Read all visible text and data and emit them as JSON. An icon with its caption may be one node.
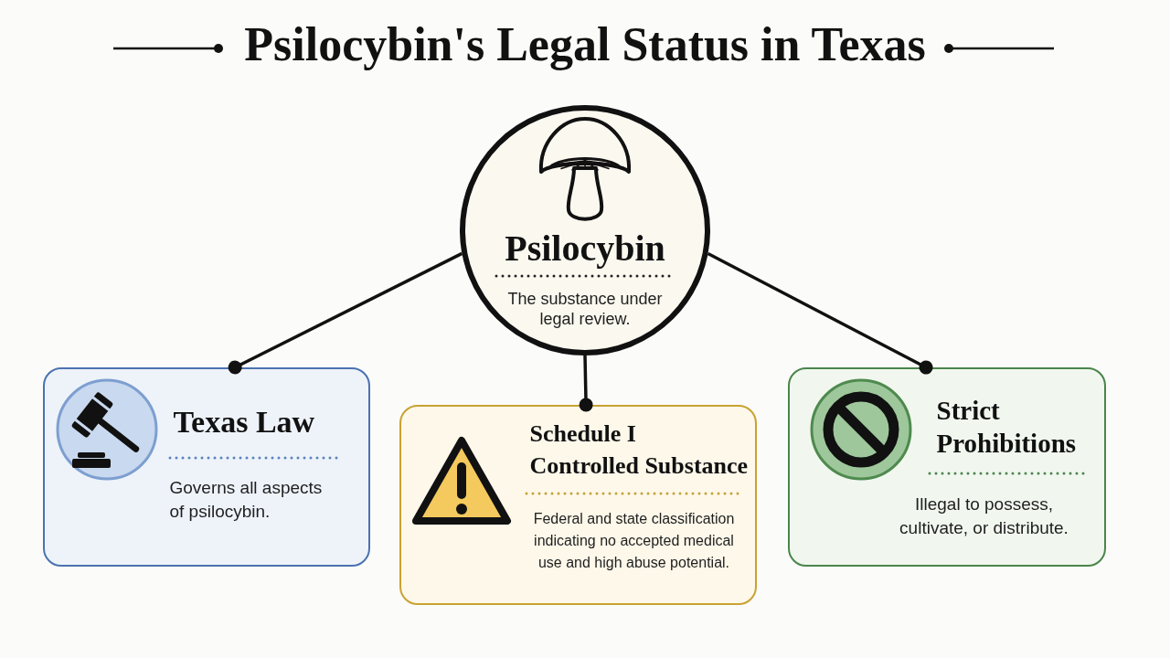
{
  "diagram": {
    "title": "Psilocybin's Legal Status in Texas",
    "nodes": [
      {
        "text": [
          "Psilocybin",
          "The substance under legal review."
        ]
      },
      {
        "text": [
          "Texas Law",
          "Governs all aspects of psilocybin."
        ]
      },
      {
        "text": [
          "Schedule I Controlled Substance",
          "Federal and state classification indicating no accepted medical use and high abuse potential."
        ]
      },
      {
        "text": [
          "Strict Prohibitions",
          "Illegal to possess, cultivate, or distribute."
        ]
      }
    ],
    "edges": [
      {
        "from": 0,
        "to": 1,
        "arrow": "other"
      },
      {
        "from": 0,
        "to": 2,
        "arrow": "other"
      },
      {
        "from": 0,
        "to": 3,
        "arrow": "other"
      }
    ]
  }
}
